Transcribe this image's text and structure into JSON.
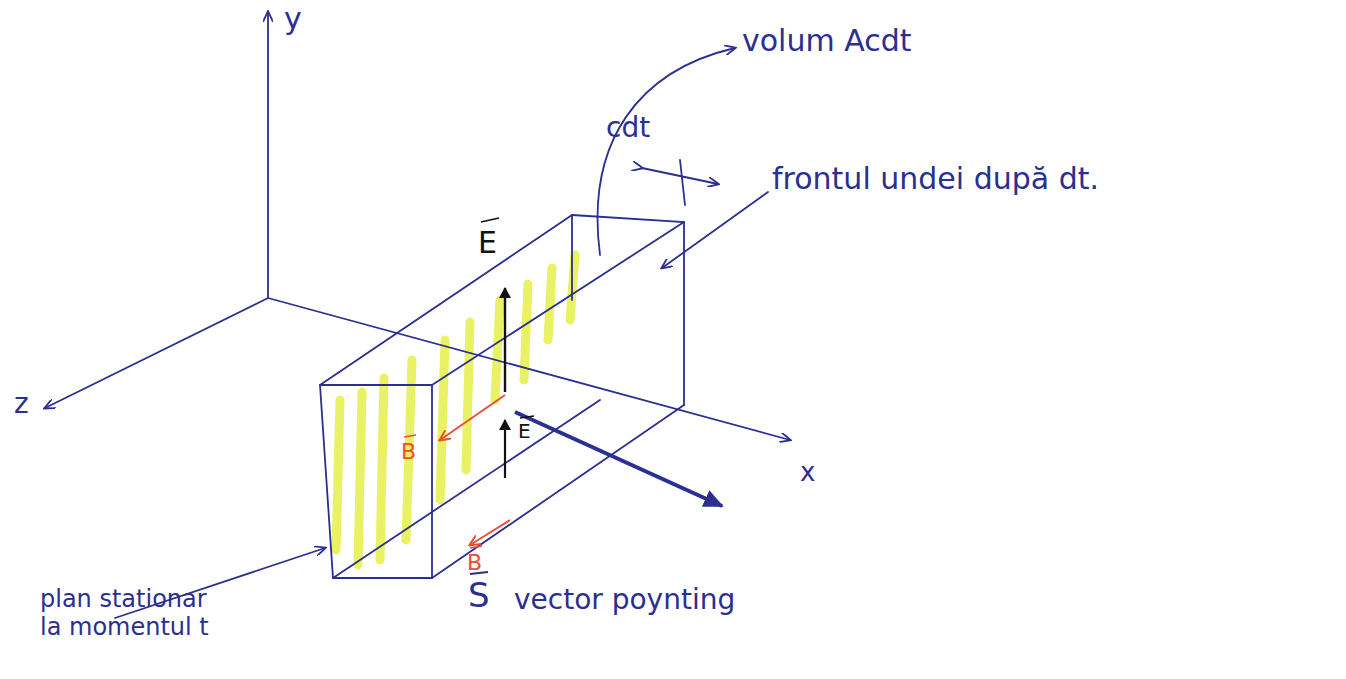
{
  "diagram": {
    "labels": [
      "y",
      "z",
      "x",
      "volum Acdt",
      "cdt",
      "E",
      "E",
      "B",
      "B",
      "frontul undei după dt.",
      "S",
      "vector poynting",
      "plan stationar la momentul t"
    ]
  }
}
